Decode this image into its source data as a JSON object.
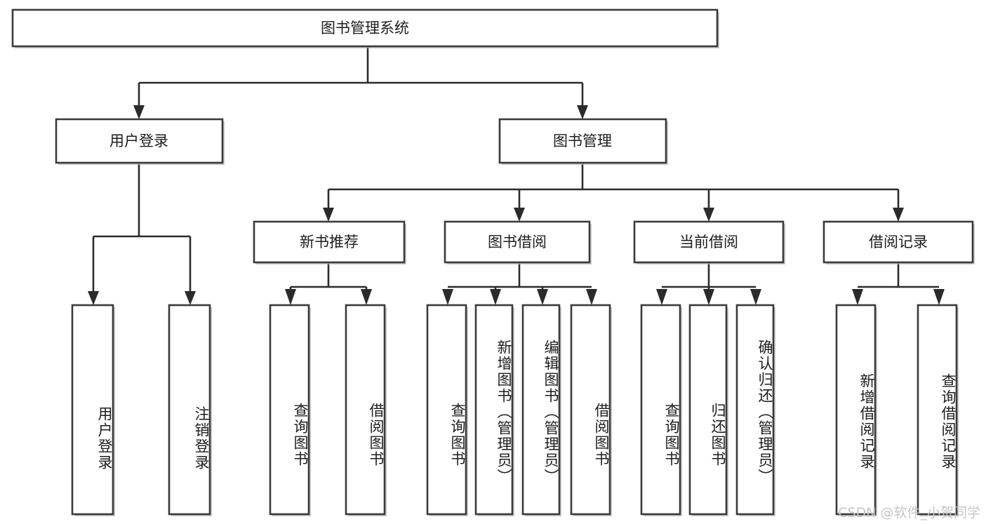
{
  "diagram": {
    "title": "图书管理系统",
    "type": "tree-hierarchy-diagram",
    "colors": {
      "background": "#ffffff",
      "box_stroke": "#3a3a3a",
      "box_fill": "#ffffff",
      "edge": "#2b2b2b",
      "text": "#1d1d1d",
      "watermark": "#c6c6c6"
    },
    "root": {
      "label": "图书管理系统"
    },
    "level2": [
      {
        "label": "用户登录"
      },
      {
        "label": "图书管理"
      }
    ],
    "level3": [
      {
        "label": "新书推荐"
      },
      {
        "label": "图书借阅"
      },
      {
        "label": "当前借阅"
      },
      {
        "label": "借阅记录"
      }
    ],
    "leaves": {
      "user_login": [
        {
          "label": "用户登录"
        },
        {
          "label": "注销登录"
        }
      ],
      "new_book_recommend": [
        {
          "label": "查询图书"
        },
        {
          "label": "借阅图书"
        }
      ],
      "book_borrow": [
        {
          "label": "查询图书"
        },
        {
          "label": "新增图书（管理员）"
        },
        {
          "label": "编辑图书（管理员）"
        },
        {
          "label": "借阅图书"
        }
      ],
      "current_borrow": [
        {
          "label": "查询图书"
        },
        {
          "label": "归还图书"
        },
        {
          "label": "确认归还（管理员）"
        }
      ],
      "borrow_record": [
        {
          "label": "新增借阅记录"
        },
        {
          "label": "查询借阅记录"
        }
      ]
    }
  },
  "watermark": {
    "text": "CSDN @软件_小贺同学"
  }
}
